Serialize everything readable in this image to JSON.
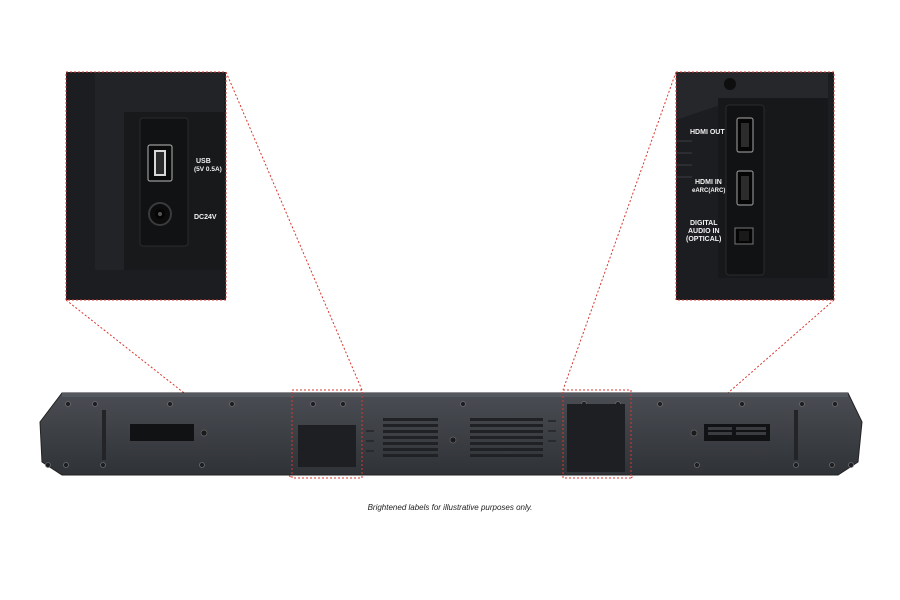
{
  "left_inset": {
    "usb_label_line1": "USB",
    "usb_label_line2": "(5V 0.5A)",
    "dc_label": "DC24V"
  },
  "right_inset": {
    "hdmi_out_label": "HDMI OUT",
    "hdmi_in_label_line1": "HDMI IN",
    "hdmi_in_label_line2": "eARC(ARC)",
    "optical_label_line1": "DIGITAL",
    "optical_label_line2": "AUDIO IN",
    "optical_label_line3": "(OPTICAL)"
  },
  "caption": "Brightened labels for illustrative purposes only.",
  "colors": {
    "highlight": "#d8382f",
    "soundbar_body": "#3a3d42",
    "panel_dark": "#1b1c1f"
  }
}
